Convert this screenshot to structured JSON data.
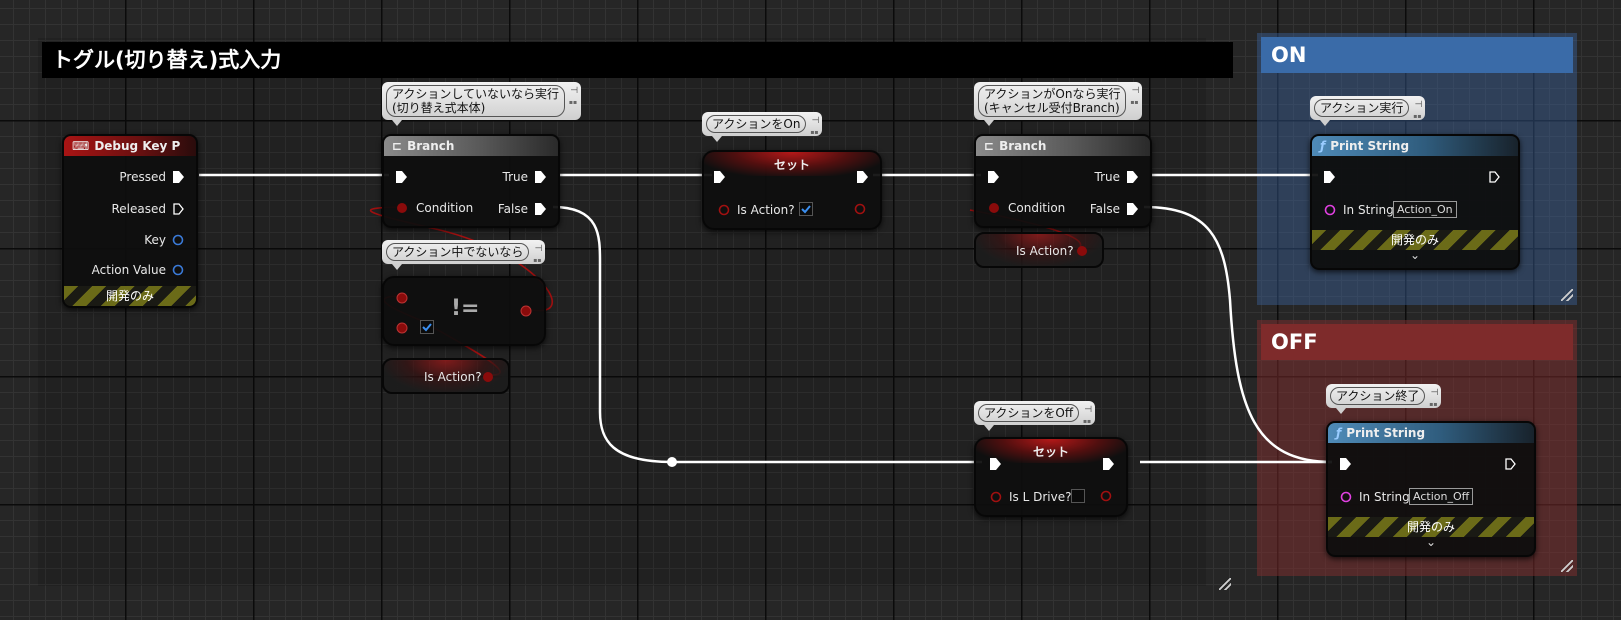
{
  "comments": {
    "main": {
      "title": "トグル(切り替え)式入力"
    },
    "on": {
      "title": "ON",
      "color": "#3a6ba8"
    },
    "off": {
      "title": "OFF",
      "color": "#7e2b2b"
    }
  },
  "nodes": {
    "debug_key": {
      "title": "Debug Key P",
      "pins": {
        "pressed": "Pressed",
        "released": "Released",
        "key": "Key",
        "action_value": "Action Value"
      },
      "dev_only": "開発のみ"
    },
    "branch1": {
      "comment": [
        "アクションしていないなら実行",
        "(切り替え式本体)"
      ],
      "title": "Branch",
      "true_label": "True",
      "false_label": "False",
      "condition_label": "Condition"
    },
    "not_equal": {
      "comment": "アクション中でないなら",
      "symbol": "!="
    },
    "is_action_get1": {
      "label": "Is Action?"
    },
    "set_on": {
      "comment": "アクションをOn",
      "title": "セット",
      "var_label": "Is Action?"
    },
    "branch2": {
      "comment": [
        "アクションがOnなら実行",
        "(キャンセル受付Branch)"
      ],
      "title": "Branch",
      "true_label": "True",
      "false_label": "False",
      "condition_label": "Condition"
    },
    "is_action_get2": {
      "label": "Is Action?"
    },
    "set_off": {
      "comment": "アクションをOff",
      "title": "セット",
      "var_label": "Is L Drive?"
    },
    "print_on": {
      "comment": "アクション実行",
      "icon": "ƒ",
      "title": "Print String",
      "in_string_label": "In String",
      "in_string_value": "Action_On",
      "dev_only": "開発のみ",
      "chevron": "⌄"
    },
    "print_off": {
      "comment": "アクション終了",
      "icon": "ƒ",
      "title": "Print String",
      "in_string_label": "In String",
      "in_string_value": "Action_Off",
      "dev_only": "開発のみ",
      "chevron": "⌄"
    }
  },
  "icons": {
    "keyboard": "keyboard-icon",
    "branch": "branch-icon",
    "function": "function-icon",
    "comment_pin": "pin-icon"
  },
  "colors": {
    "exec_wire": "#ffffff",
    "bool_pin": "#8a0b0b",
    "string_pin": "#e040e0",
    "key_pin": "#3a7ad8",
    "checkbox": "#3b8ff0"
  }
}
